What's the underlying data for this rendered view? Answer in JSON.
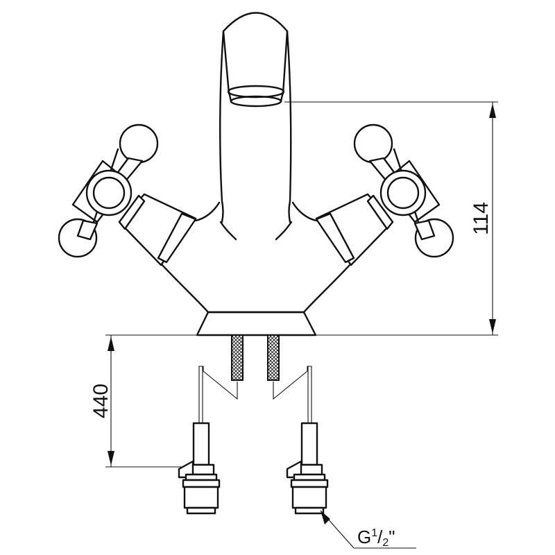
{
  "dimensions": {
    "height_label": "114",
    "hose_label": "440"
  },
  "thread": {
    "prefix": "G",
    "numerator": "1",
    "denominator": "2",
    "suffix": "\""
  }
}
